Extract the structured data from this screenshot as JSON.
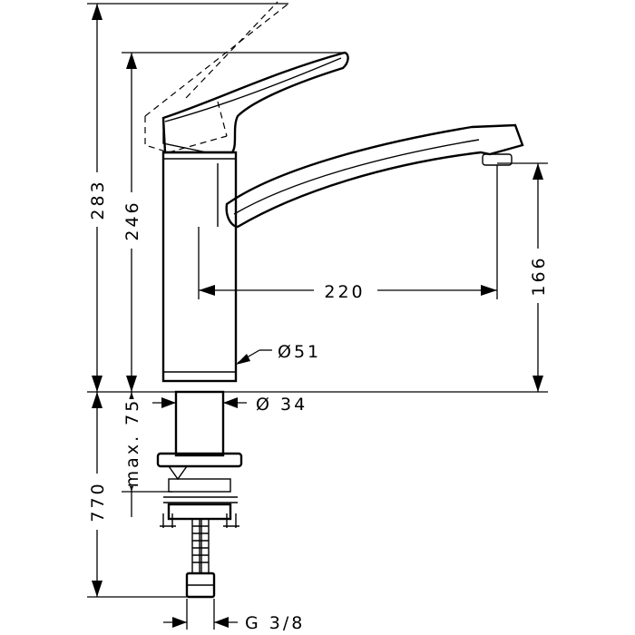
{
  "dimensions": {
    "total_height": "283",
    "height_to_lever": "246",
    "spout_reach": "220",
    "spout_height": "166",
    "body_diameter": "Ø51",
    "shank_diameter": "Ø 34",
    "max_counter_thickness": "max. 75",
    "hose_length": "770",
    "connection_thread": "G 3/8"
  }
}
